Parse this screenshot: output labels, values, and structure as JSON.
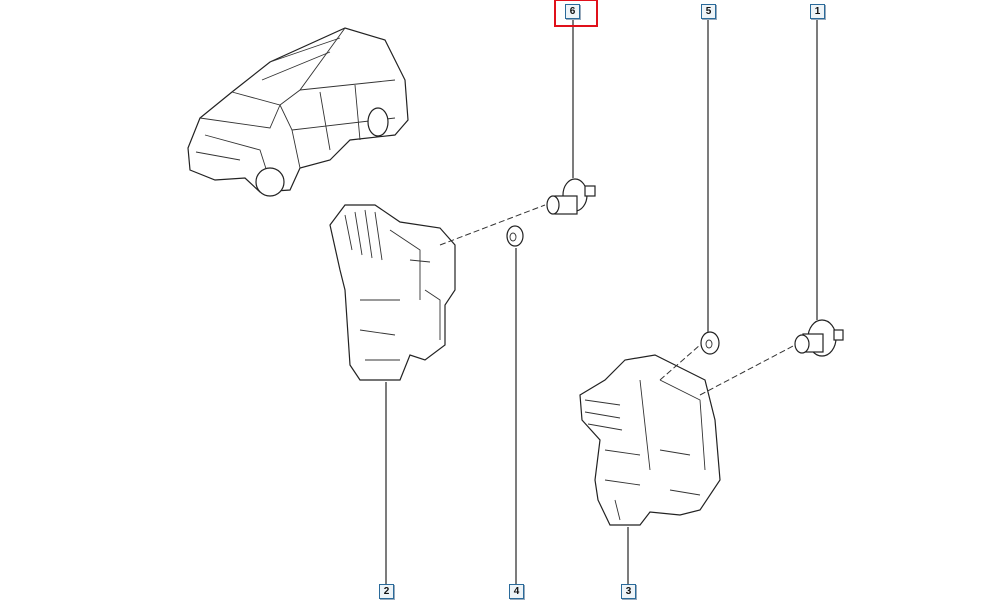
{
  "callouts": [
    {
      "id": "6",
      "label": "6",
      "highlighted": true
    },
    {
      "id": "5",
      "label": "5",
      "highlighted": false
    },
    {
      "id": "1",
      "label": "1",
      "highlighted": false
    },
    {
      "id": "2",
      "label": "2",
      "highlighted": false
    },
    {
      "id": "4",
      "label": "4",
      "highlighted": false
    },
    {
      "id": "3",
      "label": "3",
      "highlighted": false
    }
  ],
  "colors": {
    "highlight": "#e0101a",
    "callout_border": "#2a6a9a"
  }
}
